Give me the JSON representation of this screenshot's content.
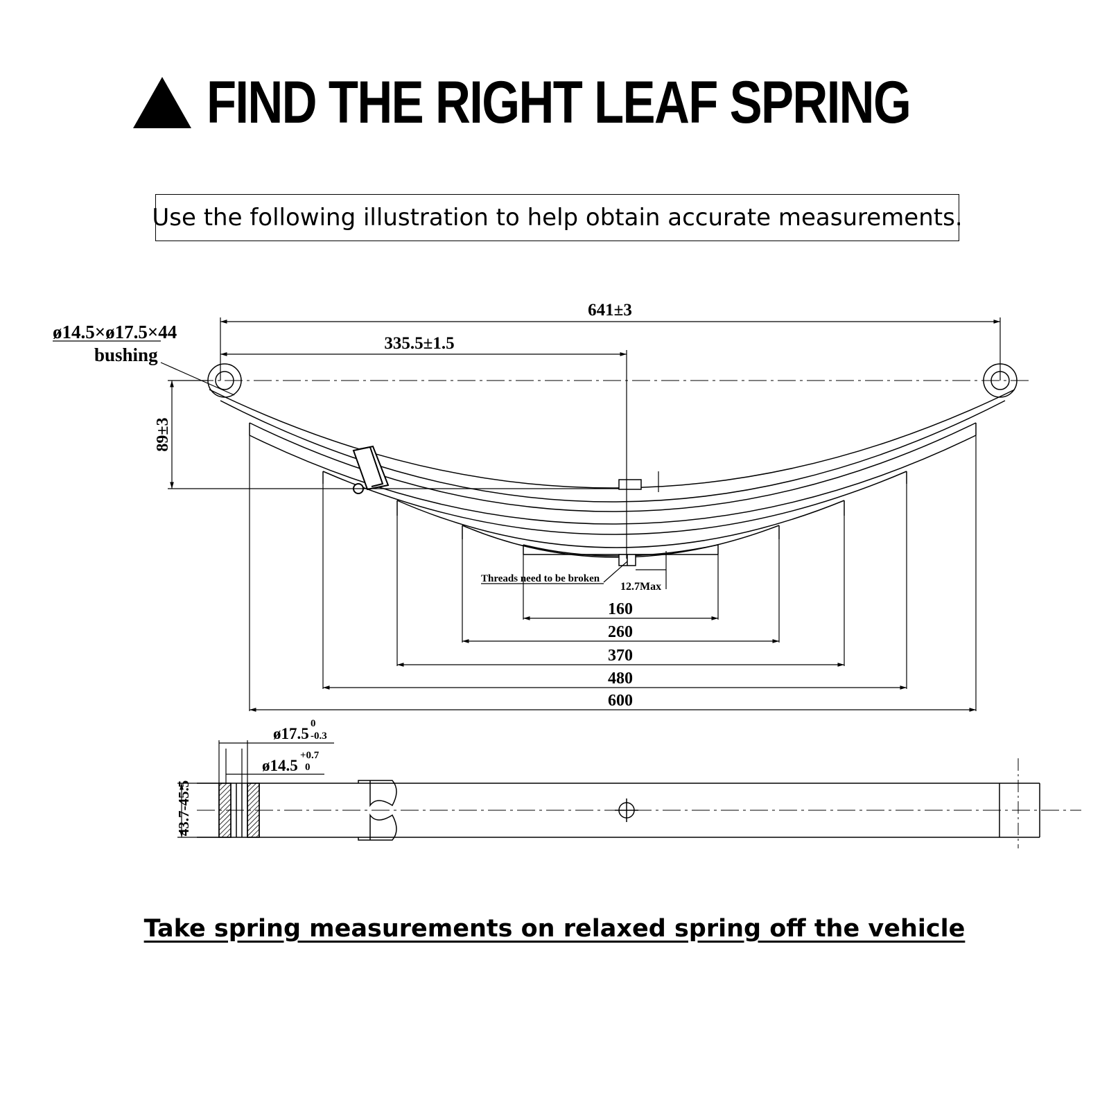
{
  "heading": {
    "title": "FIND THE RIGHT LEAF SPRING",
    "marker_icon": "triangle-icon"
  },
  "intro": "Use the following illustration to help obtain accurate measurements.",
  "drawing": {
    "side_view": {
      "overall_length": "641±3",
      "center_offset": "335.5±1.5",
      "bushing_size": "ø14.5×ø17.5×44",
      "bushing_label": "bushing",
      "arch_height": "89±3",
      "thread_note": "Threads need to be broken",
      "bolt_max": "12.7Max",
      "leaf_lengths": [
        "160",
        "260",
        "370",
        "480",
        "600"
      ]
    },
    "top_view": {
      "outer_diameter": "ø17.5",
      "outer_tol_upper": "0",
      "outer_tol_lower": "-0.3",
      "inner_diameter": "ø14.5",
      "inner_tol_upper": "+0.7",
      "inner_tol_lower": "0",
      "width": "43.7-45.5"
    }
  },
  "footer_note": "Take spring measurements on relaxed spring off the vehicle",
  "colors": {
    "ink": "#000000",
    "background": "#ffffff"
  }
}
